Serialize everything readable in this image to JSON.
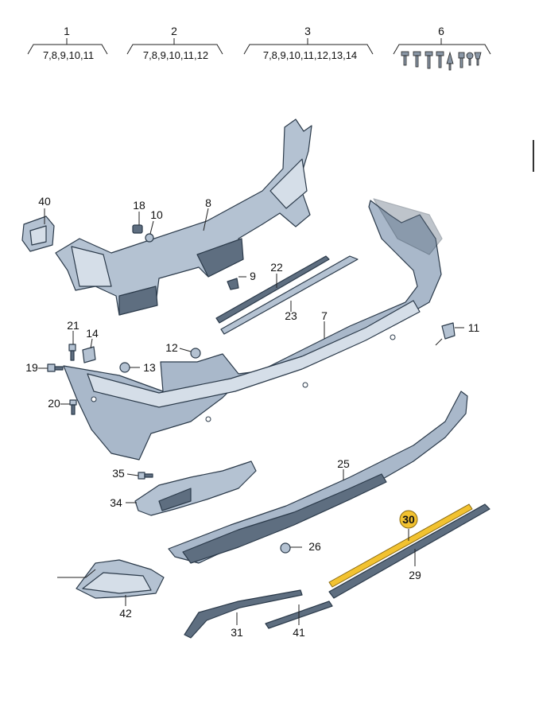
{
  "group_labels": [
    {
      "id": "1",
      "items": "7,8,9,10,11"
    },
    {
      "id": "2",
      "items": "7,8,9,10,11,12"
    },
    {
      "id": "3",
      "items": "7,8,9,10,11,12,13,14"
    },
    {
      "id": "6",
      "items": ""
    }
  ],
  "part_numbers": {
    "p40": "40",
    "p18": "18",
    "p10": "10",
    "p8": "8",
    "p9": "9",
    "p22": "22",
    "p23": "23",
    "p7": "7",
    "p11": "11",
    "p21": "21",
    "p14": "14",
    "p12": "12",
    "p19": "19",
    "p13": "13",
    "p20": "20",
    "p25": "25",
    "p35": "35",
    "p34": "34",
    "p30": "30",
    "p26": "26",
    "p29": "29",
    "p42": "42",
    "p31": "31",
    "p41": "41"
  },
  "highlight": {
    "part": "30",
    "color": "#f2c230"
  },
  "colors": {
    "part_fill": "#a9b8ca",
    "part_stroke": "#2b3a4a",
    "shadow": "#5e6e80"
  }
}
